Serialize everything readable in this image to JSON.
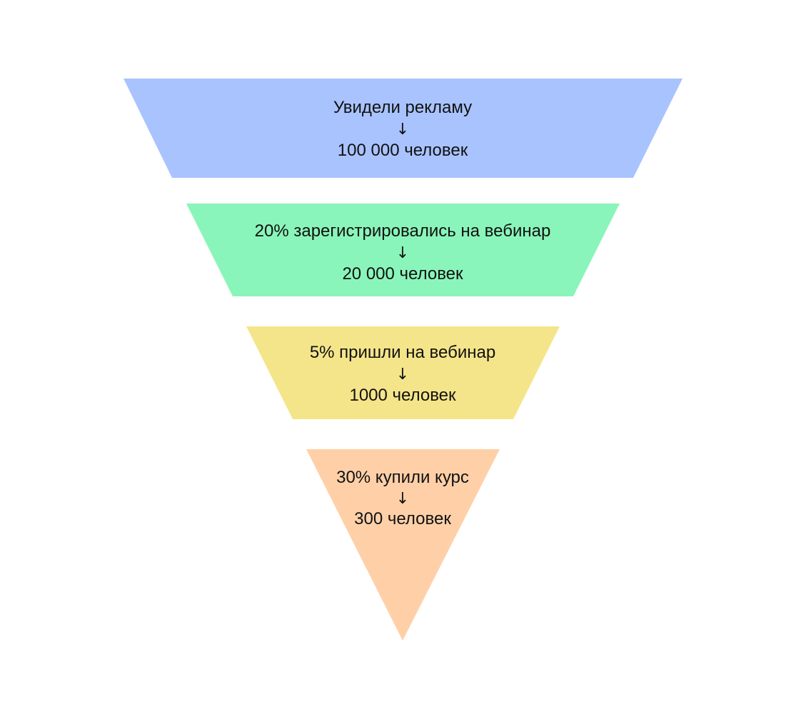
{
  "funnel": {
    "stages": [
      {
        "label": "Увидели рекламу",
        "arrow": "↓",
        "count": "100 000 человек",
        "color": "#A9C3FF"
      },
      {
        "label": "20% зарегистрировались на вебинар",
        "arrow": "↓",
        "count": "20 000 человек",
        "color": "#8AF5BA"
      },
      {
        "label": "5% пришли на вебинар",
        "arrow": "↓",
        "count": "1000 человек",
        "color": "#F5E58A"
      },
      {
        "label": "30% купили курс",
        "arrow": "↓",
        "count": "300 человек",
        "color": "#FFD0A8"
      }
    ]
  }
}
